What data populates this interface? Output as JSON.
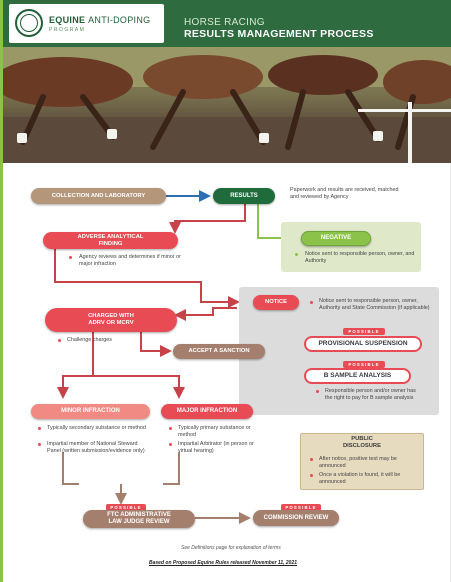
{
  "header": {
    "logo_line1_bold": "EQUINE",
    "logo_line1_light": "ANTI-DOPING",
    "logo_line2": "PROGRAM",
    "title_line1": "HORSE RACING",
    "title_line2": "RESULTS MANAGEMENT PROCESS"
  },
  "flow": {
    "collection": "COLLECTION AND LABORATORY",
    "results": "RESULTS",
    "results_note": "Paperwork and results are received, matched and reviewed by Agency",
    "adverse_line1": "ADVERSE ANALYTICAL",
    "adverse_line2": "FINDING",
    "adverse_note": "Agency reviews and determines if minor or major infraction",
    "negative": "NEGATIVE",
    "negative_note": "Notice sent to responsible person, owner, and Authority",
    "notice": "NOTICE",
    "notice_note": "Notice sent to responsible person, owner, Authority and State Commission (if applicable)",
    "possible_label": "POSSIBLE",
    "provisional": "PROVISIONAL SUSPENSION",
    "b_sample": "B SAMPLE ANALYSIS",
    "b_sample_note": "Responsible person and/or owner has the right to pay for B sample analysis",
    "charged_line1": "CHARGED WITH",
    "charged_line2": "ADRV OR MCRV",
    "charged_note": "Challenge charges",
    "accept": "ACCEPT A SANCTION",
    "minor": "MINOR INFRACTION",
    "minor_note1": "Typically secondary substance or method",
    "minor_note2": "Impartial member of National Steward Panel (written submission/evidence only)",
    "major": "MAJOR INFRACTION",
    "major_note1": "Typically primary substance or method",
    "major_note2": "Impartial Arbitrator (in person or virtual hearing)",
    "disclosure_title_line1": "PUBLIC",
    "disclosure_title_line2": "DISCLOSURE",
    "disclosure_note1": "After notice, positive test may be announced",
    "disclosure_note2": "Once a violation is found, it will be announced",
    "ftc_line1": "FTC ADMINISTRATIVE",
    "ftc_line2": "LAW JUDGE REVIEW",
    "commission": "COMMISSION REVIEW"
  },
  "footer": {
    "definitions": "See Definitions page for explanation of terms",
    "based_on": "Based on Proposed Equine Rules released November 11, 2021"
  },
  "colors": {
    "header_green": "#2e6b3f",
    "results_green": "#1f6b3c",
    "alert_red": "#e94b55",
    "tan": "#b4967a",
    "accent_lime": "#8bc34a"
  }
}
